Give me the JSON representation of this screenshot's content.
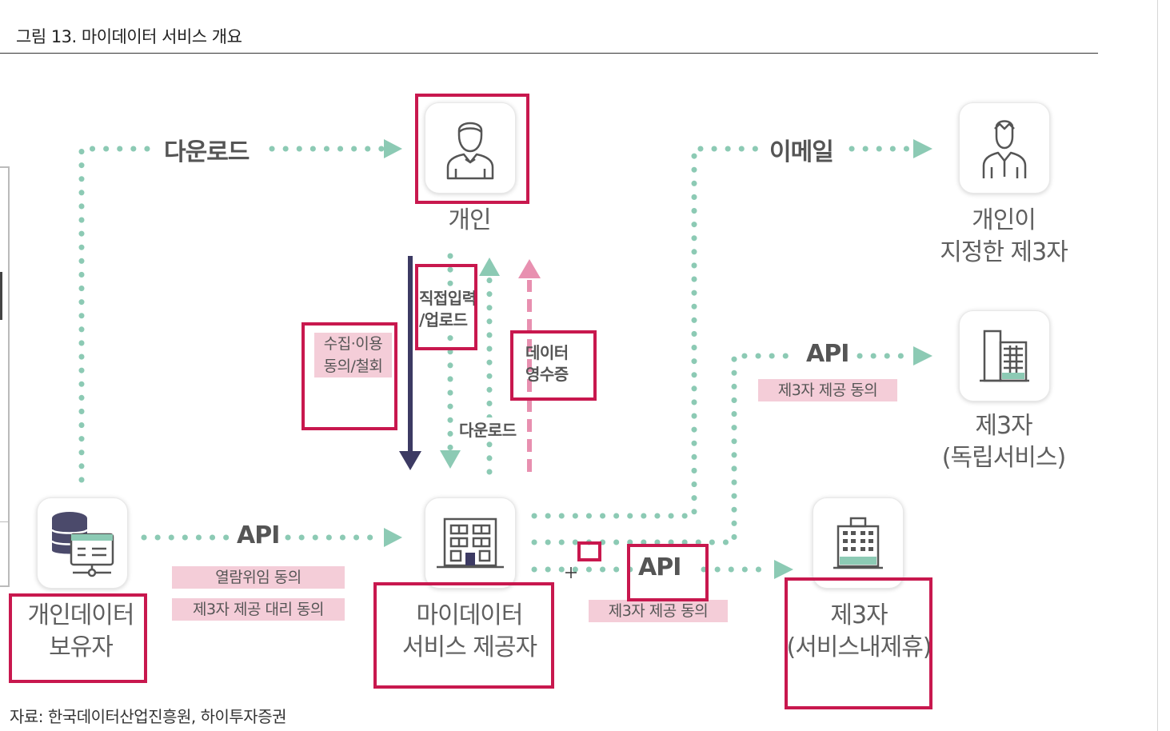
{
  "caption": {
    "title": "그림 13. 마이데이터 서비스 개요",
    "source": "자료: 한국데이터산업진흥원, 하이투자증권"
  },
  "nodes": {
    "individual": "개인",
    "designated_third_party": "개인이\n지정한 제3자",
    "independent_third_party": "제3자\n(독립서비스)",
    "data_holder": "개인데이터\n보유자",
    "service_provider": "마이데이터\n서비스 제공자",
    "affiliated_third_party": "제3자\n(서비스내제휴)"
  },
  "flows": {
    "download_top": "다운로드",
    "email": "이메일",
    "api_right": "API",
    "api_left": "API",
    "api_bottom": "API",
    "download_mid": "다운로드",
    "direct_input": "직접입력\n/업로드",
    "collect_consent": "수집·이용\n동의/철회",
    "data_receipt": "데이터\n영수증"
  },
  "tags": {
    "browse_delegation": "열람위임 동의",
    "third_party_proxy": "제3자 제공 대리 동의",
    "third_party_right": "제3자 제공 동의",
    "third_party_bottom": "제3자 제공 동의"
  },
  "icons": {
    "individual": "person-icon",
    "designated": "person-outline-icon",
    "independent": "office-building-icon",
    "data_holder": "database-server-icon",
    "service_provider": "company-building-icon",
    "affiliated": "apartment-building-icon"
  },
  "colors": {
    "dotted_flow": "#8ccab4",
    "navy_arrow": "#3c3a63",
    "pink_arrow": "#e890b0",
    "highlight": "#c8184e",
    "tag_bg": "#f4cdd8"
  }
}
